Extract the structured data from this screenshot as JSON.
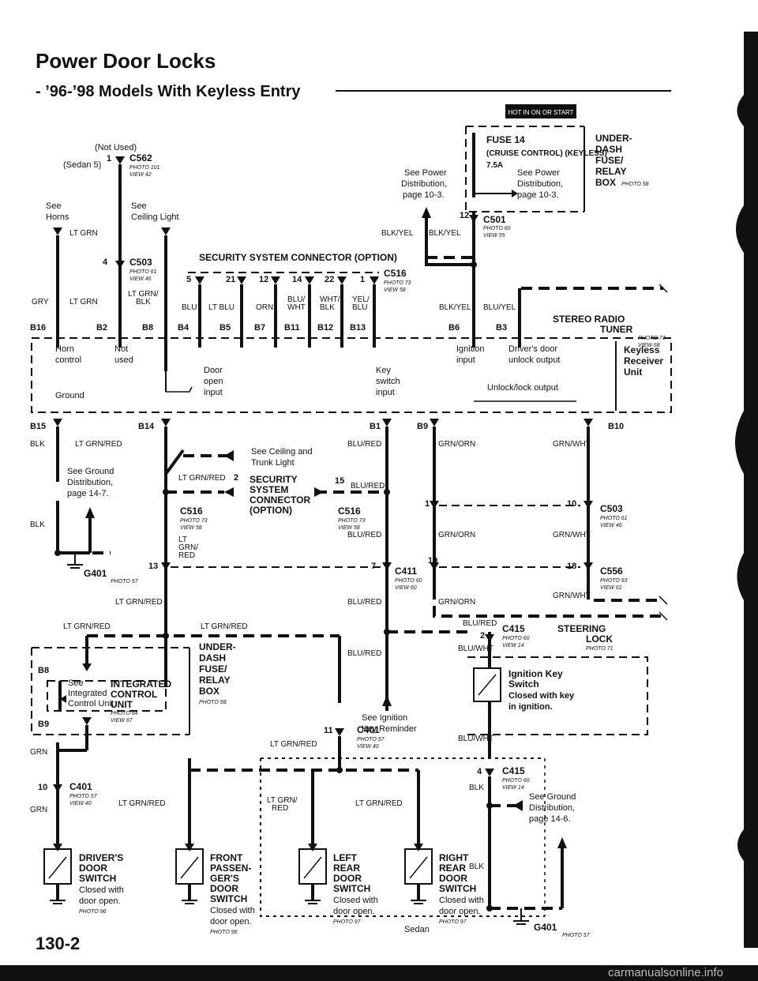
{
  "header": {
    "title": "Power Door Locks",
    "subtitle": "- ’96-’98 Models With Keyless Entry",
    "hot_badge": "HOT IN ON OR START"
  },
  "fuse_box": {
    "fuse": "FUSE 14",
    "fuse_desc": "(CRUISE CONTROL) (KEYLESS)",
    "amps": "7.5A",
    "see_power": [
      "See Power",
      "Distribution,",
      "page 10-3."
    ],
    "box_label": [
      "UNDER-",
      "DASH",
      "FUSE/",
      "RELAY",
      "BOX"
    ],
    "box_photo": "PHOTO 58",
    "left_see_power": [
      "See Power",
      "Distribution,",
      "page 10-3."
    ]
  },
  "connectors": {
    "c562": {
      "name": "C562",
      "photo": "PHOTO 101",
      "view": "VIEW 42"
    },
    "c503_top": {
      "name": "C503",
      "photo": "PHOTO 61",
      "view": "VIEW 46"
    },
    "c501": {
      "name": "C501",
      "photo": "PHOTO 60",
      "view": "VIEW 55"
    },
    "c516_top": {
      "name": "C516",
      "photo": "PHOTO 73",
      "view": "VIEW 58"
    },
    "c516_a": {
      "name": "C516",
      "photo": "PHOTO 73",
      "view": "VIEW 58"
    },
    "c516_b": {
      "name": "C516",
      "photo": "PHOTO 73",
      "view": "VIEW 58"
    },
    "c503_mid": {
      "name": "C503",
      "photo": "PHOTO 61",
      "view": "VIEW 46"
    },
    "c556": {
      "name": "C556",
      "photo": "PHOTO 93",
      "view": "VIEW 61"
    },
    "c411": {
      "name": "C411",
      "photo": "PHOTO 60",
      "view": "VIEW 60"
    },
    "c415_a": {
      "name": "C415",
      "photo": "PHOTO 60",
      "view": "VIEW 14"
    },
    "c415_b": {
      "name": "C415",
      "photo": "PHOTO 60",
      "view": "VIEW 14"
    },
    "c401_a": {
      "name": "C401",
      "photo": "PHOTO 57",
      "view": "VIEW 40"
    },
    "c401_b": {
      "name": "C401",
      "photo": "PHOTO 57",
      "view": "VIEW 40"
    }
  },
  "grounds": {
    "g401_a": {
      "name": "G401",
      "photo": "PHOTO 57"
    },
    "g401_b": {
      "name": "G401",
      "photo": "PHOTO 57"
    }
  },
  "top_labels": {
    "not_used": "(Not Used)",
    "sedan5": "(Sedan 5)",
    "see_horns": [
      "See",
      "Horns"
    ],
    "see_ceiling": [
      "See",
      "Ceiling Light"
    ],
    "security_connector": "SECURITY SYSTEM CONNECTOR (OPTION)",
    "stereo": [
      "STEREO RADIO",
      "TUNER"
    ],
    "stereo_photo": [
      "PHOTO 73",
      "VIEW 68"
    ]
  },
  "pins": {
    "p1": "1",
    "p4": "4",
    "p5": "5",
    "p21": "21",
    "p12": "12",
    "p14": "14",
    "p22": "22",
    "p1b": "1",
    "p12b": "12",
    "p2": "2",
    "p15": "15",
    "p1c": "1",
    "p10": "10",
    "p13": "13",
    "p7": "7",
    "p19": "19",
    "p18": "18",
    "p2b": "2",
    "p11": "11",
    "p10b": "10",
    "p4b": "4"
  },
  "wires": {
    "lt_grn": "LT GRN",
    "lt_grn2": "LT GRN",
    "grn": "GRY",
    "lt_grn_blk": [
      "LT GRN/",
      "BLK"
    ],
    "blu": "BLU",
    "lt_blu": "LT BLU",
    "orn": "ORN",
    "blu_wht": [
      "BLU/",
      "WHT"
    ],
    "wht_blk": [
      "WHT/",
      "BLK"
    ],
    "yel_blu": [
      "YEL/",
      "BLU"
    ],
    "blk_yel_a": "BLK/YEL",
    "blk_yel_b": "BLK/YEL",
    "blk_yel_c": "BLK/YEL",
    "blu_yel": "BLU/YEL",
    "blk_a": "BLK",
    "lt_grn_red_a": "LT GRN/RED",
    "blu_red_a": "BLU/RED",
    "grn_orn_a": "GRN/ORN",
    "grn_wht_a": "GRN/WHT",
    "lt_grn_red_b": "LT GRN/RED",
    "blu_red_b": "BLU/RED",
    "blk_b": "BLK",
    "lt_grn_red_c": [
      "LT",
      "GRN/",
      "RED"
    ],
    "blu_red_c": "BLU/RED",
    "grn_orn_b": "GRN/ORN",
    "grn_wht_b": "GRN/WHT",
    "lt_grn_red_d": "LT GRN/RED",
    "blu_red_d": "BLU/RED",
    "grn_orn_c": "GRN/ORN",
    "grn_wht_c": "GRN/WHT",
    "lt_grn_red_e": "LT GRN/RED",
    "lt_grn_red_f": "LT GRN/RED",
    "blu_red_e": "BLU/RED",
    "blu_red_f": "BLU/RED",
    "blu_wht_b": "BLU/WHT",
    "lt_grn_red_g": "LT GRN/RED",
    "grn_a": "GRN",
    "grn_b": "GRN",
    "lt_grn_red_h": "LT GRN/RED",
    "lt_grn_red_i": [
      "LT GRN/",
      "RED"
    ],
    "lt_grn_red_j": "LT GRN/RED",
    "blk_c": "BLK",
    "blk_d": "BLK",
    "blu_wht_c": "BLU/WHT"
  },
  "terminals": {
    "b16": "B16",
    "b2": "B2",
    "b8": "B8",
    "b4": "B4",
    "b5": "B5",
    "b7": "B7",
    "b11": "B11",
    "b12": "B12",
    "b13": "B13",
    "b6": "B6",
    "b3": "B3",
    "b15": "B15",
    "b14": "B14",
    "b1": "B1",
    "b9": "B9",
    "b10": "B10",
    "b8b": "B8",
    "b9b": "B9"
  },
  "keyless_unit": {
    "horn": [
      "Horn",
      "control"
    ],
    "not_used": [
      "Not",
      "used"
    ],
    "ground": "Ground",
    "door_open": [
      "Door",
      "open",
      "input"
    ],
    "key_switch": [
      "Key",
      "switch",
      "input"
    ],
    "ignition": [
      "Ignition",
      "input"
    ],
    "driver_door": [
      "Driver's door",
      "unlock output"
    ],
    "unlock_lock": "Unlock/lock output",
    "name": [
      "Keyless",
      "Receiver",
      "Unit"
    ]
  },
  "mid_labels": {
    "see_ground_a": [
      "See Ground",
      "Distribution,",
      "page 14-7."
    ],
    "see_ceiling_trunk": [
      "See Ceiling and",
      "Trunk Light"
    ],
    "security_conn2": [
      "SECURITY",
      "SYSTEM",
      "CONNECTOR",
      "(OPTION)"
    ],
    "see_ignition": [
      "See Ignition",
      "Key Reminder"
    ],
    "see_ground_b": [
      "See Ground",
      "Distribution,",
      "page 14-6."
    ]
  },
  "icu": {
    "box": [
      "UNDER-",
      "DASH",
      "FUSE/",
      "RELAY",
      "BOX"
    ],
    "box_photo": "PHOTO 58",
    "name": [
      "INTEGRATED",
      "CONTROL",
      "UNIT"
    ],
    "photo": [
      "PHOTO 64",
      "VIEW 67"
    ],
    "see": [
      "See",
      "Integrated",
      "Control Unit"
    ]
  },
  "steering": {
    "name": [
      "STEERING",
      "LOCK"
    ],
    "photo": "PHOTO 71",
    "switch": [
      "Ignition Key",
      "Switch",
      "Closed with key",
      "in ignition."
    ]
  },
  "switches": {
    "driver": [
      "DRIVER'S",
      "DOOR",
      "SWITCH",
      "Closed with",
      "door open."
    ],
    "driver_photo": "PHOTO 96",
    "passenger": [
      "FRONT",
      "PASSEN-",
      "GER'S",
      "DOOR",
      "SWITCH",
      "Closed with",
      "door open."
    ],
    "passenger_photo": "PHOTO 96",
    "left_rear": [
      "LEFT",
      "REAR",
      "DOOR",
      "SWITCH",
      "Closed with",
      "door open."
    ],
    "left_rear_photo": "PHOTO 97",
    "right_rear": [
      "RIGHT",
      "REAR",
      "DOOR",
      "SWITCH",
      "Closed with",
      "door open."
    ],
    "right_rear_photo": "PHOTO 97",
    "sedan": "Sedan"
  },
  "footer": {
    "page_number": "130-2",
    "watermark": "carmanualsonline.info"
  }
}
